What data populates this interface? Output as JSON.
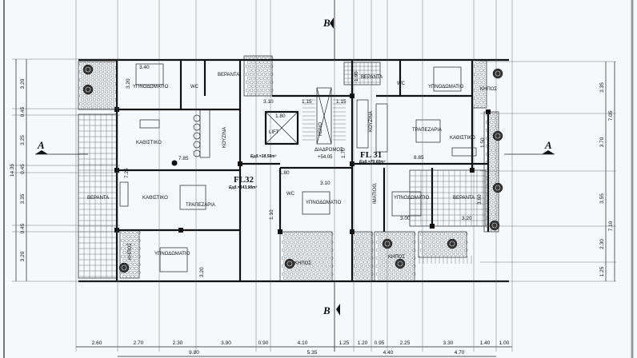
{
  "plan": {
    "section_a": "A",
    "section_b": "B",
    "units": {
      "fl31": "FL 31",
      "fl32": "FL32",
      "fl31_area": "Εμβ.=70,60m²",
      "fl32_area": "Εμβ.=143,98m²",
      "core_area": "Εμβ.=18,50m²"
    },
    "rooms": {
      "bed_tl": "ΥΠΝΟΔΩΜΑΤΙΟ",
      "wc_tl": "WC",
      "veranda_tl": "ΒΕΡΑΝΤΑ",
      "living_l1": "ΚΑΘΙΣΤΙΚΟ",
      "kitchen_l": "ΚΟΥΖΙΝΑ",
      "veranda_l": "ΒΕΡΑΝΤΑ",
      "living_l2": "ΚΑΘΙΣΤΙΚΟ",
      "dining_l": "ΤΡΑΠΕΖΑΡΙΑ",
      "bed_bl": "ΥΠΝΟΔΩΜΑΤΙΟ",
      "garden_bl": "ΚΗΠΟΣ",
      "lift": "LIFT",
      "void": "ΚΕΝΟ",
      "corridor": "ΔΙΑΔΡΟΜΟΣ",
      "corridor_level": "+54.05",
      "wc_c": "WC",
      "bed_c": "ΥΠΝΟΔΩΜΑΤΙΟ",
      "garden_c": "ΚΗΠΟΣ",
      "garden_c2": "ΚΗΠΟΣ",
      "veranda_tr": "ΒΕΡΑΝΤΑ",
      "wc_tr": "WC",
      "bed_tr": "ΥΠΝΟΔΩΜΑΤΙΟ",
      "kitchen_r": "ΚΟΥΖΙΝΑ",
      "dining_r": "ΤΡΑΠΕΖΑΡΙΑ",
      "living_r": "ΚΑΘΙΣΤΙΚΟ",
      "bed_r": "ΥΠΝΟΔΩΜΑΤΙΟ",
      "veranda_r": "ΒΕΡΑΝΤΑ",
      "garden_tr": "ΚΗΠΟΣ",
      "wardrobe": "ΙΜΑΤΙΟΘ."
    },
    "inner_dims": {
      "d340": "3.40",
      "d320a": "3.20",
      "d310a": "3.10",
      "d115a": "1.15",
      "d115b": "1.15",
      "d180a": "1.80",
      "d785": "7.85",
      "d725": "7.25",
      "d180b": "1.80",
      "d310b": "3.10",
      "d110": "1.10",
      "d885": "8.85",
      "d300": "3.00",
      "d320b": "3.20",
      "d360": "3.60",
      "d150": "1.50",
      "d190": "1.90",
      "d170": "1.70",
      "d320c": "3.20"
    },
    "bottom_dims": [
      "2.60",
      "2.70",
      "2.30",
      "3.90",
      "0.90",
      "4.10",
      "1.25",
      "1.20",
      "0.95",
      "2.25",
      "3.30",
      "1.40",
      "1.00"
    ],
    "bottom_totals": [
      "9.80",
      "5.35",
      "4.40",
      "4.70"
    ],
    "left_dims": [
      "3.20",
      "0.45",
      "3.25",
      "0.45",
      "3.35",
      "0.45",
      "3.20"
    ],
    "left_total": "14.35",
    "right_dims": [
      "3.35",
      "3.70",
      "3.55",
      "2.30",
      "1.25"
    ],
    "right_totals": [
      "7.05",
      "7.10"
    ]
  }
}
